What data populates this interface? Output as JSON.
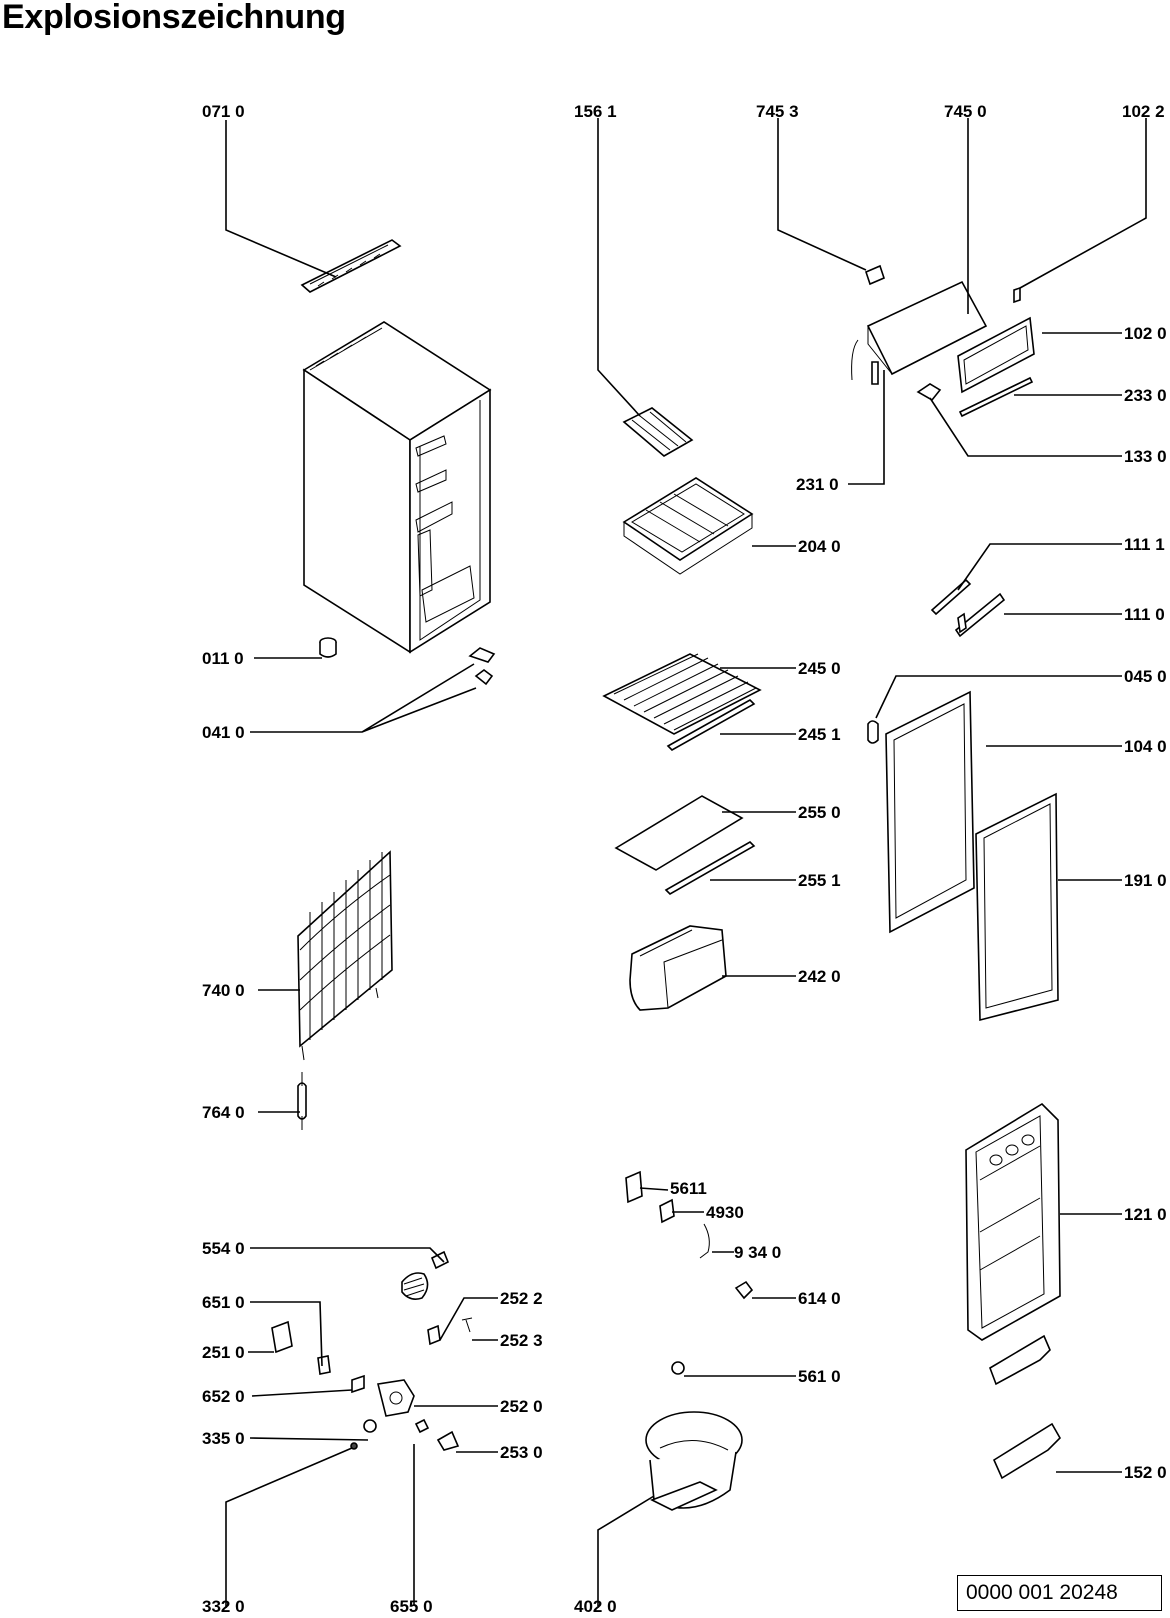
{
  "title": "Explosionszeichnung",
  "document_number": "0000 001 20248",
  "parts": [
    {
      "id": "p0710",
      "label": "071 0"
    },
    {
      "id": "p1561",
      "label": "156 1"
    },
    {
      "id": "p7453",
      "label": "745 3"
    },
    {
      "id": "p7450",
      "label": "745 0"
    },
    {
      "id": "p1022",
      "label": "102 2"
    },
    {
      "id": "p1020",
      "label": "102 0"
    },
    {
      "id": "p2330",
      "label": "233 0"
    },
    {
      "id": "p1330",
      "label": "133 0"
    },
    {
      "id": "p2310",
      "label": "231 0"
    },
    {
      "id": "p2040",
      "label": "204 0"
    },
    {
      "id": "p1111",
      "label": "111 1"
    },
    {
      "id": "p1110",
      "label": "111 0"
    },
    {
      "id": "p0110",
      "label": "011 0"
    },
    {
      "id": "p0410",
      "label": "041 0"
    },
    {
      "id": "p2450",
      "label": "245 0"
    },
    {
      "id": "p2451",
      "label": "245 1"
    },
    {
      "id": "p0450",
      "label": "045 0"
    },
    {
      "id": "p1040",
      "label": "104 0"
    },
    {
      "id": "p2550",
      "label": "255 0"
    },
    {
      "id": "p2551",
      "label": "255 1"
    },
    {
      "id": "p1910",
      "label": "191 0"
    },
    {
      "id": "p2420",
      "label": "242 0"
    },
    {
      "id": "p7400",
      "label": "740 0"
    },
    {
      "id": "p7640",
      "label": "764 0"
    },
    {
      "id": "p5611",
      "label": "5611"
    },
    {
      "id": "p4930",
      "label": "4930"
    },
    {
      "id": "p9340",
      "label": "9 34 0"
    },
    {
      "id": "p1210",
      "label": "121 0"
    },
    {
      "id": "p5540",
      "label": "554 0"
    },
    {
      "id": "p6140",
      "label": "614 0"
    },
    {
      "id": "p6510",
      "label": "651 0"
    },
    {
      "id": "p2522",
      "label": "252 2"
    },
    {
      "id": "p2510",
      "label": "251 0"
    },
    {
      "id": "p2523",
      "label": "252 3"
    },
    {
      "id": "p5610",
      "label": "561 0"
    },
    {
      "id": "p6520",
      "label": "652 0"
    },
    {
      "id": "p2520",
      "label": "252 0"
    },
    {
      "id": "p3350",
      "label": "335 0"
    },
    {
      "id": "p2530",
      "label": "253 0"
    },
    {
      "id": "p1520",
      "label": "152 0"
    },
    {
      "id": "p3320",
      "label": "332 0"
    },
    {
      "id": "p6550",
      "label": "655 0"
    },
    {
      "id": "p4020",
      "label": "402 0"
    }
  ]
}
